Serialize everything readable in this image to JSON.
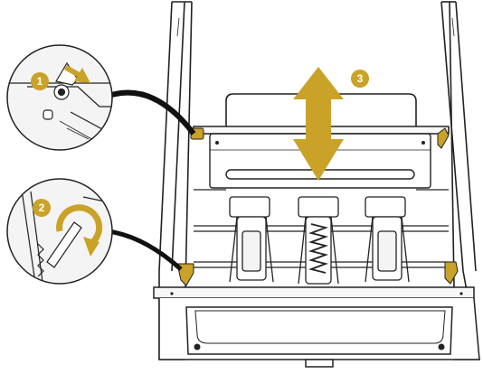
{
  "diagram": {
    "steps": [
      {
        "label": "1"
      },
      {
        "label": "2"
      },
      {
        "label": "3"
      }
    ],
    "colors": {
      "accent": "#c9a227",
      "line": "#222222",
      "panel": "#f4f4f4",
      "background": "#ffffff"
    },
    "icons": [
      "push-arrow-icon",
      "rotate-arrow-icon",
      "up-down-arrow-icon"
    ]
  }
}
